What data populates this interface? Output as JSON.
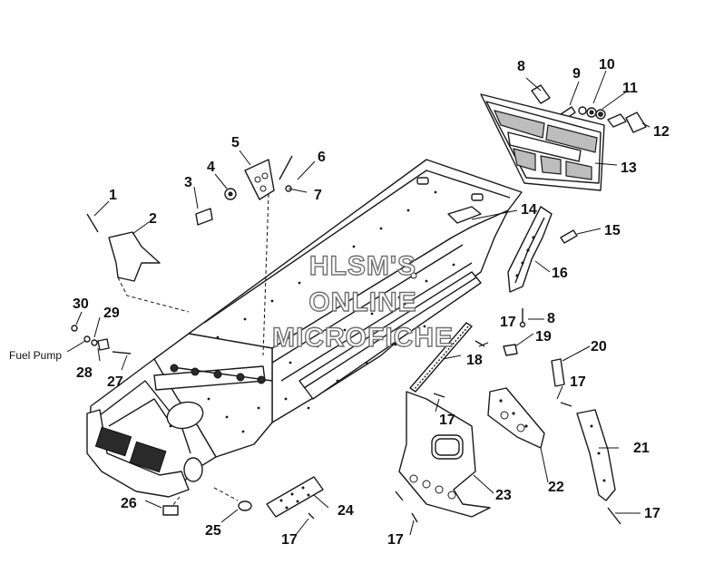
{
  "watermark": [
    "HLSM'S",
    "ONLINE",
    "MICROFICHE"
  ],
  "side_label": "Fuel Pump",
  "callouts": {
    "c1": "1",
    "c2": "2",
    "c3": "3",
    "c4": "4",
    "c5": "5",
    "c6": "6",
    "c7": "7",
    "c8a": "8",
    "c8b": "8",
    "c9": "9",
    "c10": "10",
    "c11": "11",
    "c12": "12",
    "c13": "13",
    "c14": "14",
    "c15": "15",
    "c16": "16",
    "c17a": "17",
    "c17b": "17",
    "c17c": "17",
    "c17d": "17",
    "c17e": "17",
    "c17f": "17",
    "c18": "18",
    "c19": "19",
    "c20": "20",
    "c21": "21",
    "c22": "22",
    "c23": "23",
    "c24": "24",
    "c25": "25",
    "c26": "26",
    "c27": "27",
    "c28": "28",
    "c29": "29",
    "c30": "30"
  },
  "colors": {
    "line": "#1a1a1a",
    "watermark_outline": "#6f6f6f",
    "background": "#ffffff"
  }
}
